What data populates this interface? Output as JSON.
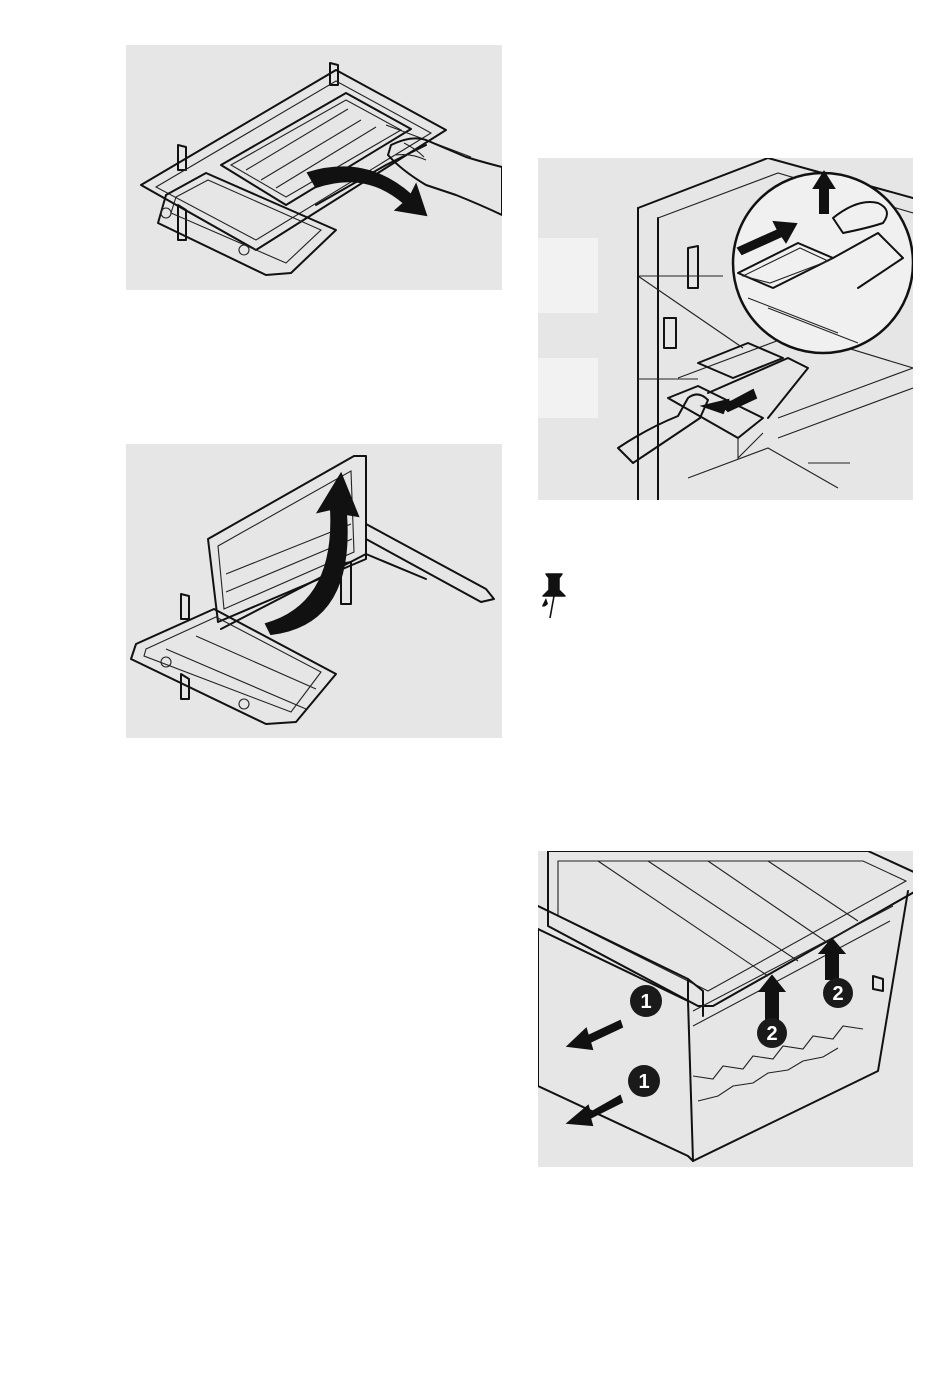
{
  "figures": [
    {
      "icon": "shelf-slide-in-illustration"
    },
    {
      "icon": "shelf-fold-up-illustration"
    },
    {
      "icon": "refrigerator-drawer-removal-illustration"
    },
    {
      "icon": "crisper-drawer-removal-illustration"
    }
  ],
  "note": {
    "icon": "pushpin-icon"
  },
  "callouts": {
    "step_one": "1",
    "step_two": "2"
  },
  "colors": {
    "panel_background": "#e6e6e6",
    "line_art": "#111111",
    "badge_fill": "#1a1a1a"
  }
}
